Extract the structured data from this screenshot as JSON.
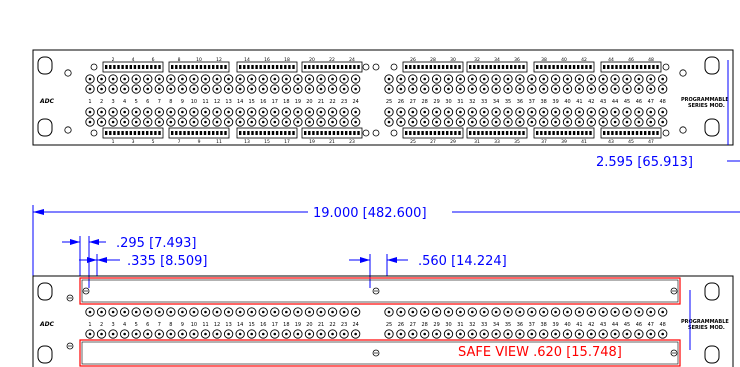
{
  "top_view": {
    "port_numbers": [
      "1",
      "2",
      "3",
      "4",
      "5",
      "6",
      "7",
      "8",
      "9",
      "10",
      "11",
      "12",
      "13",
      "14",
      "15",
      "16",
      "17",
      "18",
      "19",
      "20",
      "21",
      "22",
      "23",
      "24",
      "25",
      "26",
      "27",
      "28",
      "29",
      "30",
      "31",
      "32",
      "33",
      "34",
      "35",
      "36",
      "37",
      "38",
      "39",
      "40",
      "41",
      "42",
      "43",
      "44",
      "45",
      "46",
      "47",
      "48"
    ],
    "upper_connector_labels": [
      "2",
      "4",
      "6",
      "8",
      "10",
      "12",
      "14",
      "16",
      "18",
      "20",
      "22",
      "24",
      "26",
      "28",
      "30",
      "32",
      "34",
      "36",
      "38",
      "40",
      "42",
      "44",
      "46",
      "48"
    ],
    "lower_connector_labels": [
      "1",
      "3",
      "5",
      "7",
      "9",
      "11",
      "13",
      "15",
      "17",
      "19",
      "21",
      "23",
      "25",
      "27",
      "29",
      "31",
      "33",
      "35",
      "37",
      "39",
      "41",
      "43",
      "45",
      "47"
    ],
    "brand": "ADC",
    "side_label": "PROGRAMMABLE",
    "side_sublabel": "SERIES MOD."
  },
  "dimensions": {
    "depth": "2.595 [65.913]",
    "overall_width": "19.000 [482.600]",
    "offset_a": ".295 [7.493]",
    "offset_b": ".335 [8.509]",
    "offset_c": ".560 [14.224]",
    "safe_view": "SAFE VIEW .620 [15.748]"
  },
  "colors": {
    "line": "#000000",
    "dimension": "#0000ff",
    "designation_strip": "#ff0000"
  }
}
